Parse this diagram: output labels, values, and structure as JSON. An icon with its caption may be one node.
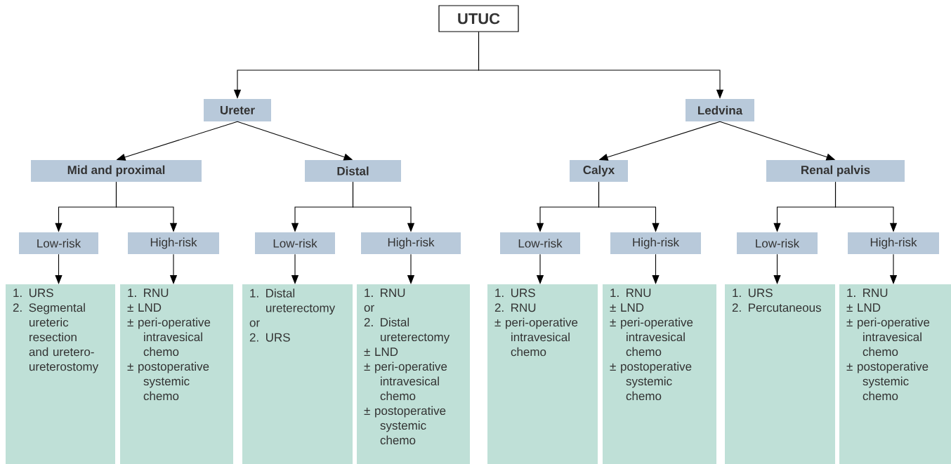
{
  "diagram": {
    "nodes": [
      {
        "text": [
          "UTUC"
        ]
      },
      {
        "text": [
          "Ureter"
        ]
      },
      {
        "text": [
          "Ledvina"
        ]
      },
      {
        "text": [
          "Mid and proximal"
        ]
      },
      {
        "text": [
          "Distal"
        ]
      },
      {
        "text": [
          "Calyx"
        ]
      },
      {
        "text": [
          "Renal palvis"
        ]
      },
      {
        "text": [
          "Low-risk"
        ]
      },
      {
        "text": [
          "High-risk"
        ]
      },
      {
        "text": [
          "Low-risk"
        ]
      },
      {
        "text": [
          "High-risk"
        ]
      },
      {
        "text": [
          "Low-risk"
        ]
      },
      {
        "text": [
          "High-risk"
        ]
      },
      {
        "text": [
          "Low-risk"
        ]
      },
      {
        "text": [
          "High-risk"
        ]
      },
      {
        "text": [
          "1. URS",
          "2. Segmental ureteric resection and uretero-ureterostomy"
        ]
      },
      {
        "text": [
          "1. RNU",
          "± LND",
          "± peri-operative intravesical chemo",
          "± postoperative systemic chemo"
        ]
      },
      {
        "text": [
          "1. Distal ureterectomy",
          "or",
          "2. URS"
        ]
      },
      {
        "text": [
          "1. RNU",
          "or",
          "2. Distal ureterectomy",
          "± LND",
          "± peri-operative intravesical chemo",
          "± postoperative systemic chemo"
        ]
      },
      {
        "text": [
          "1. URS",
          "2. RNU",
          "± peri-operative intravesical chemo"
        ]
      },
      {
        "text": [
          "1. RNU",
          "± LND",
          "± peri-operative intravesical chemo",
          "± postoperative systemic chemo"
        ]
      },
      {
        "text": [
          "1. URS",
          "2. Percutaneous"
        ]
      },
      {
        "text": [
          "1. RNU",
          "± LND",
          "± peri-operative intravesical chemo",
          "± postoperative systemic chemo"
        ]
      }
    ],
    "edges": [
      {
        "from": 0,
        "to": 1,
        "arrow": "to"
      },
      {
        "from": 0,
        "to": 2,
        "arrow": "to"
      },
      {
        "from": 1,
        "to": 3,
        "arrow": "to"
      },
      {
        "from": 1,
        "to": 4,
        "arrow": "to"
      },
      {
        "from": 2,
        "to": 5,
        "arrow": "to"
      },
      {
        "from": 2,
        "to": 6,
        "arrow": "to"
      },
      {
        "from": 3,
        "to": 7,
        "arrow": "to"
      },
      {
        "from": 3,
        "to": 8,
        "arrow": "to"
      },
      {
        "from": 4,
        "to": 9,
        "arrow": "to"
      },
      {
        "from": 4,
        "to": 10,
        "arrow": "to"
      },
      {
        "from": 5,
        "to": 11,
        "arrow": "to"
      },
      {
        "from": 5,
        "to": 12,
        "arrow": "to"
      },
      {
        "from": 6,
        "to": 13,
        "arrow": "to"
      },
      {
        "from": 6,
        "to": 14,
        "arrow": "to"
      },
      {
        "from": 7,
        "to": 15,
        "arrow": "to"
      },
      {
        "from": 8,
        "to": 16,
        "arrow": "to"
      },
      {
        "from": 9,
        "to": 17,
        "arrow": "to"
      },
      {
        "from": 10,
        "to": 18,
        "arrow": "to"
      },
      {
        "from": 11,
        "to": 19,
        "arrow": "to"
      },
      {
        "from": 12,
        "to": 20,
        "arrow": "to"
      },
      {
        "from": 13,
        "to": 21,
        "arrow": "to"
      },
      {
        "from": 14,
        "to": 22,
        "arrow": "to"
      }
    ]
  }
}
